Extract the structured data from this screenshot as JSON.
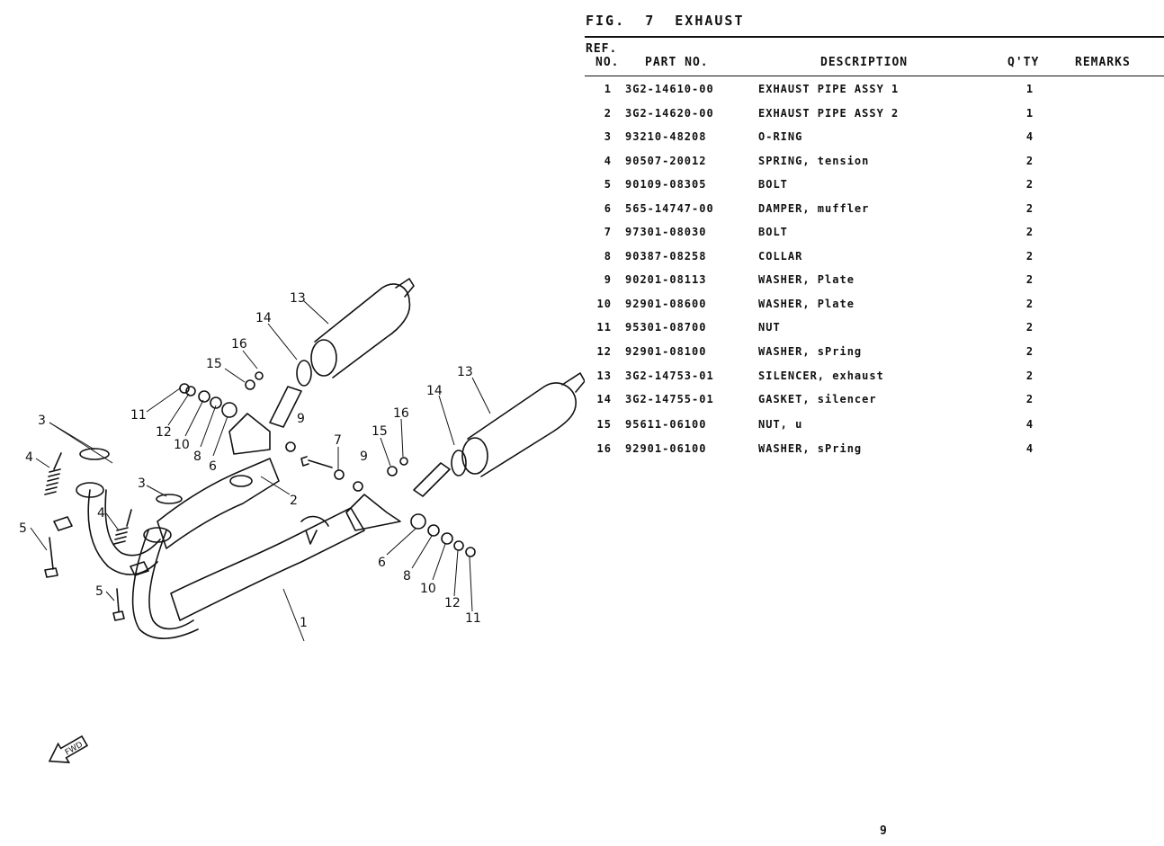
{
  "figure": {
    "label": "FIG.",
    "number": "7",
    "title": "EXHAUST"
  },
  "table": {
    "headers": {
      "ref_top": "REF.",
      "ref_bottom": "NO.",
      "part_no": "PART NO.",
      "description": "DESCRIPTION",
      "qty": "Q'TY",
      "remarks": "REMARKS"
    },
    "rows": [
      {
        "ref": "1",
        "part": "3G2-14610-00",
        "desc": "EXHAUST PIPE ASSY 1",
        "qty": "1"
      },
      {
        "ref": "2",
        "part": "3G2-14620-00",
        "desc": "EXHAUST PIPE ASSY 2",
        "qty": "1"
      },
      {
        "ref": "3",
        "part": "93210-48208",
        "desc": "O-RING",
        "qty": "4"
      },
      {
        "ref": "4",
        "part": "90507-20012",
        "desc": "SPRING, tension",
        "qty": "2"
      },
      {
        "ref": "5",
        "part": "90109-08305",
        "desc": "BOLT",
        "qty": "2"
      },
      {
        "ref": "6",
        "part": "565-14747-00",
        "desc": "DAMPER, muffler",
        "qty": "2"
      },
      {
        "ref": "7",
        "part": "97301-08030",
        "desc": "BOLT",
        "qty": "2"
      },
      {
        "ref": "8",
        "part": "90387-08258",
        "desc": "COLLAR",
        "qty": "2"
      },
      {
        "ref": "9",
        "part": "90201-08113",
        "desc": "WASHER, Plate",
        "qty": "2"
      },
      {
        "ref": "10",
        "part": "92901-08600",
        "desc": "WASHER, Plate",
        "qty": "2"
      },
      {
        "ref": "11",
        "part": "95301-08700",
        "desc": "NUT",
        "qty": "2"
      },
      {
        "ref": "12",
        "part": "92901-08100",
        "desc": "WASHER, sPring",
        "qty": "2"
      },
      {
        "ref": "13",
        "part": "3G2-14753-01",
        "desc": "SILENCER, exhaust",
        "qty": "2"
      },
      {
        "ref": "14",
        "part": "3G2-14755-01",
        "desc": "GASKET, silencer",
        "qty": "2"
      },
      {
        "ref": "15",
        "part": "95611-06100",
        "desc": "NUT, u",
        "qty": "4"
      },
      {
        "ref": "16",
        "part": "92901-06100",
        "desc": "WASHER, sPring",
        "qty": "4"
      }
    ]
  },
  "diagram": {
    "callouts": {
      "c1": "1",
      "c2": "2",
      "c3a": "3",
      "c3b": "3",
      "c4a": "4",
      "c4b": "4",
      "c5a": "5",
      "c5b": "5",
      "c6a": "6",
      "c6b": "6",
      "c7": "7",
      "c8a": "8",
      "c8b": "8",
      "c9a": "9",
      "c9b": "9",
      "c10a": "10",
      "c10b": "10",
      "c11a": "11",
      "c11b": "11",
      "c12a": "12",
      "c12b": "12",
      "c13a": "13",
      "c13b": "13",
      "c14a": "14",
      "c14b": "14",
      "c15a": "15",
      "c15b": "15",
      "c16a": "16",
      "c16b": "16"
    },
    "fwd_label": "FWD"
  },
  "page_number": "9"
}
